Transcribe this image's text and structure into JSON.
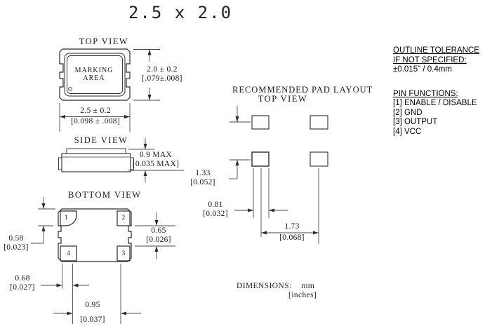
{
  "title": "2.5 x 2.0",
  "top_view": {
    "label": "TOP VIEW",
    "marking": [
      "MARKING",
      "AREA"
    ],
    "height_mm": "2.0 ± 0.2",
    "height_in": "[.079±.008]",
    "width_mm": "2.5 ± 0.2",
    "width_in": "[0.098 ± .008]"
  },
  "side_view": {
    "label": "SIDE VIEW",
    "height_mm": "0.9 MAX",
    "height_in": "[0.035 MAX]"
  },
  "bottom_view": {
    "label": "BOTTOM VIEW",
    "pad_numbers": [
      "1",
      "2",
      "3",
      "4"
    ],
    "dim_058_mm": "0.58",
    "dim_058_in": "[0.023]",
    "dim_068_mm": "0.68",
    "dim_068_in": "[0.027]",
    "dim_095_mm": "0.95",
    "dim_095_in": "[0.037]",
    "dim_065_mm": "0.65",
    "dim_065_in": "[0.026]"
  },
  "pad_layout": {
    "label_line1": "RECOMMENDED PAD LAYOUT",
    "label_line2": "TOP VIEW",
    "dim_133_mm": "1.33",
    "dim_133_in": "[0.052]",
    "dim_081_mm": "0.81",
    "dim_081_in": "[0.032]",
    "dim_173_mm": "1.73",
    "dim_173_in": "[0.068]"
  },
  "notes": {
    "label": "DIMENSIONS:",
    "unit_mm": "mm",
    "unit_in": "[inches]"
  },
  "right_panel": {
    "tolerance_heading": [
      "OUTLINE TOLERANCE",
      "IF NOT SPECIFIED:"
    ],
    "tolerance_value": "±0.015\" / 0.4mm",
    "pin_heading": "PIN FUNCTIONS:",
    "pins": [
      "[1] ENABLE / DISABLE",
      "[2] GND",
      "[3] OUTPUT",
      "[4] VCC"
    ]
  },
  "colors": {
    "outline": "#2b2b2b",
    "dimension_line": "#4a4a4a",
    "text": "#1a1a1a",
    "background": "#ffffff"
  }
}
